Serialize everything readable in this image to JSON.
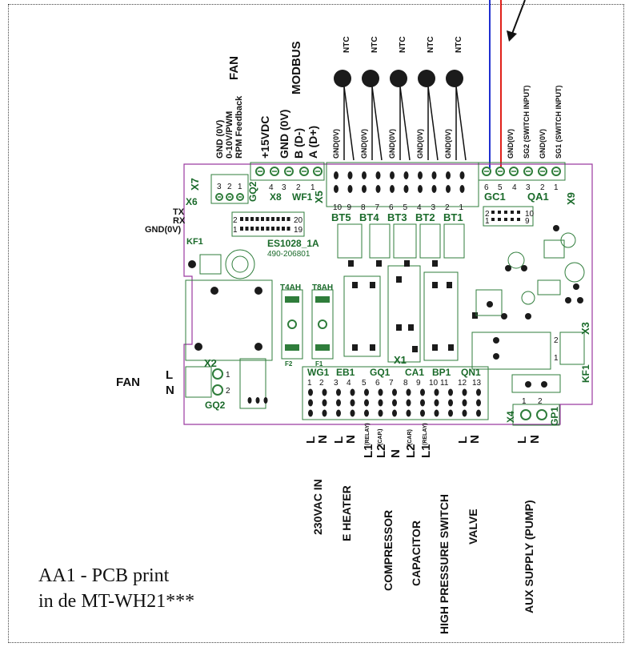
{
  "colors": {
    "board_outline": "#9b3aa0",
    "trace_green": "#2f7d3b",
    "wire_blue": "#1f2fd0",
    "wire_red": "#e0201a",
    "pad": "#1b1b1b"
  },
  "top_labels": {
    "fan": "FAN",
    "fan_pins": [
      "GND (0V)",
      "0-10V/PWM",
      "RPM Feedback"
    ],
    "v15": "+15VDC",
    "modbus": "MODBUS",
    "modbus_pins": [
      "GND (0V)",
      "B (D-)",
      "A (D+)"
    ],
    "ntc": "NTC",
    "ntc_gnd": "GND(0V)",
    "right_pins": [
      "GND(0V)",
      "SG2 (SWITCH INPUT)",
      "GND(0V)",
      "SG1 (SWITCH INPUT)"
    ]
  },
  "left_labels": {
    "tx": "TX",
    "rx": "RX",
    "gnd": "GND(0V)",
    "fan2": "FAN",
    "l": "L",
    "n": "N"
  },
  "board": {
    "x7": "X7",
    "x6": "X6",
    "kf1": "KF1",
    "gq2": "GQ2",
    "x8": "X8",
    "wf1": "WF1",
    "x5": "X5",
    "x8_pins": [
      "4",
      "3",
      "2",
      "1"
    ],
    "x7_pins": [
      "3",
      "2",
      "1"
    ],
    "bt": [
      "BT5",
      "BT4",
      "BT3",
      "BT2",
      "BT1"
    ],
    "bt_pins": [
      "10",
      "9",
      "8",
      "7",
      "6",
      "5",
      "4",
      "3",
      "2",
      "1"
    ],
    "gc1": "GC1",
    "qa1": "QA1",
    "x9": "X9",
    "gc_pins": [
      "6",
      "5",
      "4",
      "3",
      "2",
      "1"
    ],
    "es": "ES1028_1A",
    "es_num": "490-206801",
    "t4ah": "T4AH",
    "t8ah": "T8AH",
    "f2": "F2",
    "f1": "F1",
    "x1": "X1",
    "x2": "X2",
    "x3": "X3",
    "x4": "X4",
    "kf1r": "KF1",
    "gp1": "GP1",
    "x2_pins": [
      "1",
      "2"
    ],
    "x4_pins": [
      "1",
      "2"
    ],
    "header_nums_left": [
      "2",
      "1"
    ],
    "header_nums_right": [
      "20",
      "19"
    ],
    "header2_left": [
      "2",
      "1"
    ],
    "header2_right": [
      "10",
      "9"
    ],
    "x3_pins": [
      "2",
      "1"
    ],
    "groups": [
      "WG1",
      "EB1",
      "GQ1",
      "CA1",
      "BP1",
      "QN1"
    ],
    "group_pins": [
      "1",
      "2",
      "3",
      "4",
      "5",
      "6",
      "7",
      "8",
      "9",
      "10",
      "11",
      "12",
      "13"
    ]
  },
  "bottom_labels": {
    "ln": [
      "L",
      "N",
      "L",
      "N"
    ],
    "l1": "L1",
    "l2": "L2",
    "n": "N",
    "relay": "(RELAY)",
    "cap": "(CAP.)",
    "car": "(CAR)",
    "texts": [
      "230VAC IN",
      "E HEATER",
      "COMPRESSOR",
      "CAPACITOR",
      "HIGH PRESSURE SWITCH",
      "VALVE",
      "AUX SUPPLY (PUMP)"
    ]
  },
  "caption": {
    "line1": "AA1 - PCB print",
    "line2": "in de MT-WH21***"
  }
}
